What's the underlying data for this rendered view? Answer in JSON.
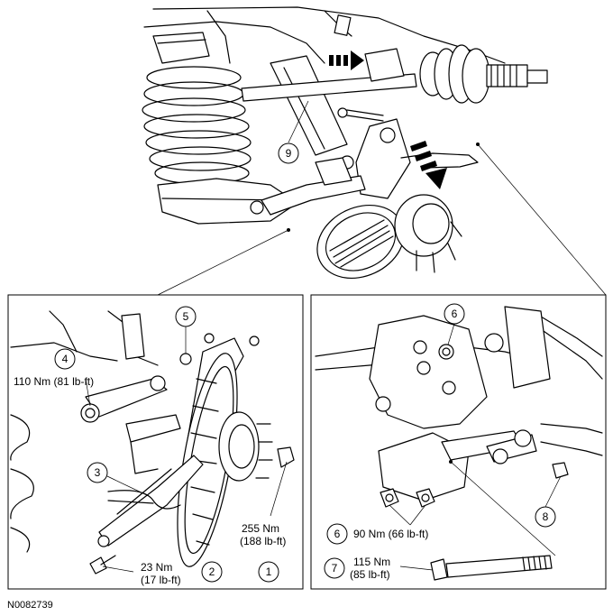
{
  "figure_id": "N0082739",
  "callouts": {
    "c1": "1",
    "c2": "2",
    "c3": "3",
    "c4": "4",
    "c5": "5",
    "c6a": "6",
    "c6b": "6",
    "c7": "7",
    "c8": "8",
    "c9": "9"
  },
  "torque": {
    "t1_line1": "255 Nm",
    "t1_line2": "(188 lb-ft)",
    "t2_line1": "23 Nm",
    "t2_line2": "(17 lb-ft)",
    "t4": "110 Nm (81 lb-ft)",
    "t6": "90 Nm (66 lb-ft)",
    "t7_line1": "115 Nm",
    "t7_line2": "(85 lb-ft)"
  }
}
